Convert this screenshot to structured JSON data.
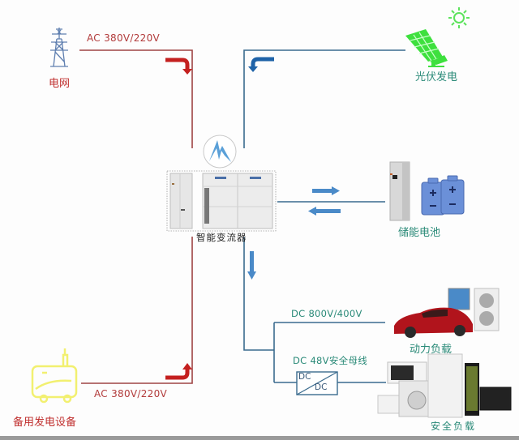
{
  "nodes": {
    "grid": {
      "label": "电网",
      "icon": "power-tower-icon"
    },
    "pv": {
      "label": "光伏发电",
      "icon": "solar-panel-icon"
    },
    "converter": {
      "label": "智能变流器",
      "icon": "inverter-cabinet-icon",
      "logo": "mountain-logo-icon"
    },
    "storage": {
      "label": "储能电池",
      "icon": "battery-icon"
    },
    "generator": {
      "label": "备用发电设备",
      "icon": "generator-icon"
    },
    "power_load": {
      "label": "动力负载",
      "icon": "ev-car-and-ac-unit-icon"
    },
    "safe_load": {
      "label": "安全负载",
      "icon": "home-appliances-icon"
    }
  },
  "links": {
    "grid_ac": {
      "label": "AC  380V/220V"
    },
    "generator_ac": {
      "label": "AC  380V/220V"
    },
    "dc_high": {
      "label": "DC 800V/400V"
    },
    "dc_low": {
      "label": "DC 48V安全母线"
    },
    "dcdc": {
      "top": "DC",
      "bottom": "DC"
    }
  },
  "colors": {
    "ac_line": "#9e4444",
    "ac_arrow": "#c4201f",
    "dc_line": "#3a6b8e",
    "dc_arrow": "#1f63a8",
    "flow_arrow": "#4a8ac8",
    "pv_green": "#3ee03e",
    "generator_yellow": "#f2f070",
    "battery_blue": "#6b90d8"
  }
}
